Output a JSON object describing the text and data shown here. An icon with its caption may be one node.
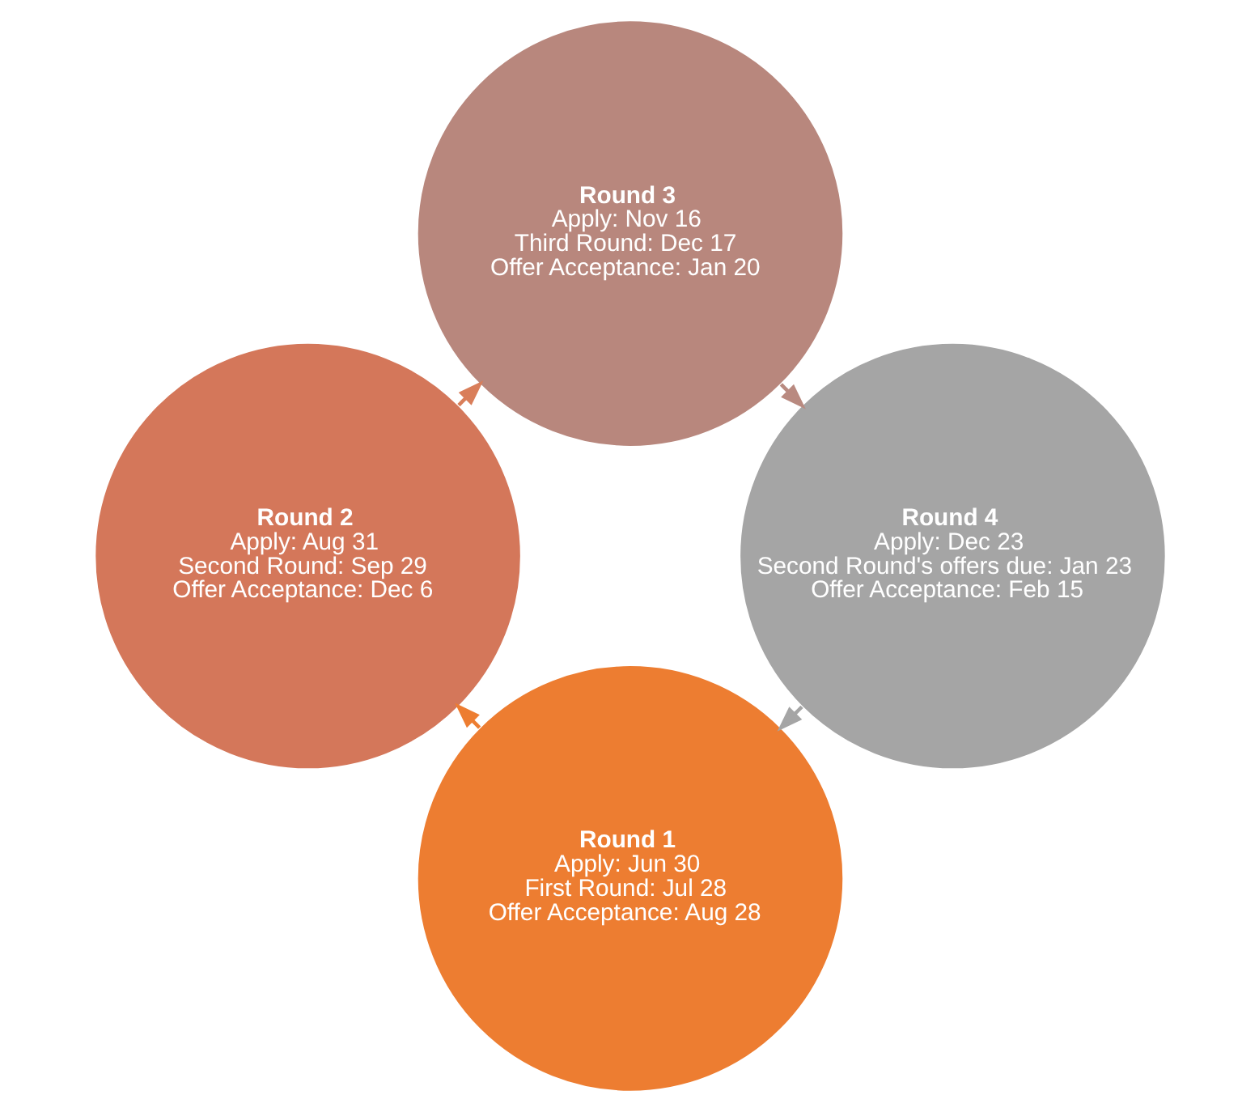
{
  "diagram": {
    "nodes": [
      {
        "text": [
          "Round 1",
          "Apply: Jun 30",
          "First Round: Jul 28",
          "Offer Acceptance: Aug 28"
        ]
      },
      {
        "text": [
          "Round 2",
          "Apply: Aug 31",
          "Second Round: Sep 29",
          "Offer Acceptance: Dec 6"
        ]
      },
      {
        "text": [
          "Round 3",
          "Apply: Nov 16",
          "Third Round: Dec 17",
          "Offer Acceptance: Jan 20"
        ]
      },
      {
        "text": [
          "Round 4",
          "Apply: Dec 23",
          "Second Round's offers due: Jan 23",
          "Offer Acceptance: Feb 15"
        ]
      }
    ],
    "edges": [
      {
        "from": 0,
        "to": 1,
        "arrow": "to",
        "color": "#ed7d31"
      },
      {
        "from": 1,
        "to": 2,
        "arrow": "to",
        "color": "#d97e5a"
      },
      {
        "from": 2,
        "to": 3,
        "arrow": "to",
        "color": "#b98a80"
      },
      {
        "from": 3,
        "to": 0,
        "arrow": "to",
        "color": "#a5a5a5"
      }
    ]
  }
}
